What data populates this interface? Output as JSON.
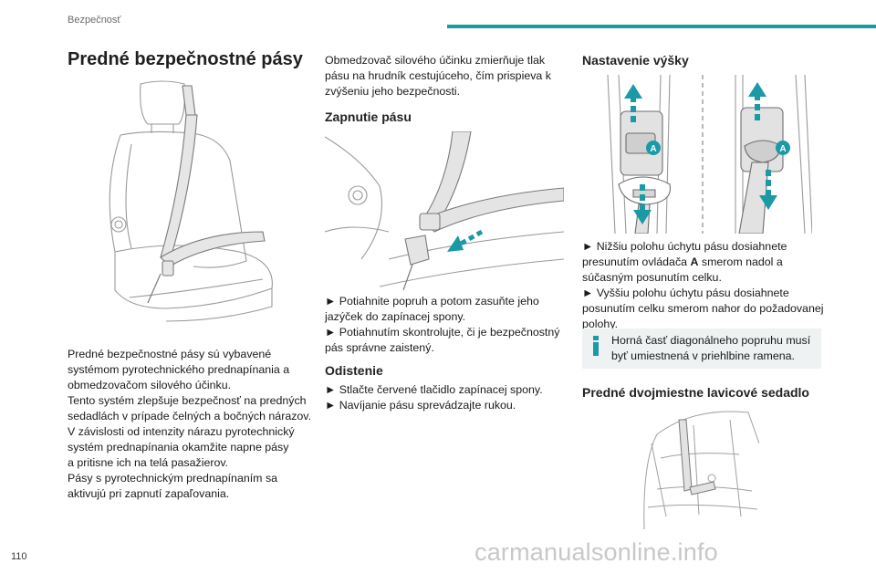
{
  "header": {
    "section": "Bezpečnosť",
    "accent_color": "#1b9aa6"
  },
  "page_number": "110",
  "watermark": "carmanualsonline.info",
  "col1": {
    "title": "Predné bezpečnostné pásy",
    "lines": [
      "Predné bezpečnostné pásy sú vybavené",
      "systémom pyrotechnického prednapínania a",
      "obmedzovačom silového účinku.",
      "Tento systém zlepšuje bezpečnosť na predných",
      "sedadlách v prípade čelných a bočných nárazov.",
      "V závislosti od intenzity nárazu pyrotechnický",
      "systém prednapínania okamžite napne pásy",
      "a pritisne ich na telá pasažierov.",
      "Pásy s pyrotechnickým prednapínaním sa",
      "aktivujú pri zapnutí zapaľovania."
    ]
  },
  "col2": {
    "intro": [
      "Obmedzovač silového účinku zmierňuje tlak",
      "pásu na hrudník cestujúceho, čím prispieva k",
      "zvýšeniu jeho bezpečnosti."
    ],
    "fasten_title": "Zapnutie pásu",
    "fasten_lines": [
      "► Potiahnite popruh a potom zasuňte jeho",
      "jazýček do zapínacej spony.",
      "► Potiahnutím skontrolujte, či je bezpečnostný",
      "pás správne zaistený."
    ],
    "unfasten_title": "Odistenie",
    "unfasten_lines": [
      "► Stlačte červené tlačidlo zapínacej spony.",
      "► Navíjanie pásu sprevádzajte rukou."
    ]
  },
  "col3": {
    "height_title": "Nastavenie výšky",
    "label_a": "A",
    "height_lines_1": [
      "► Nižšiu polohu úchytu pásu dosiahnete",
      "presunutím ovládača",
      "smerom nadol a",
      "súčasným posunutím celku.",
      "► Vyššiu polohu úchytu pásu dosiahnete",
      "posunutím celku smerom nahor do požadovanej",
      "polohy."
    ],
    "control_letter": "A",
    "tip_lines": [
      "Horná časť diagonálneho popruhu musí",
      "byť umiestnená v priehlbine ramena."
    ],
    "bench_title": "Predné dvojmiestne lavicové sedadlo"
  }
}
